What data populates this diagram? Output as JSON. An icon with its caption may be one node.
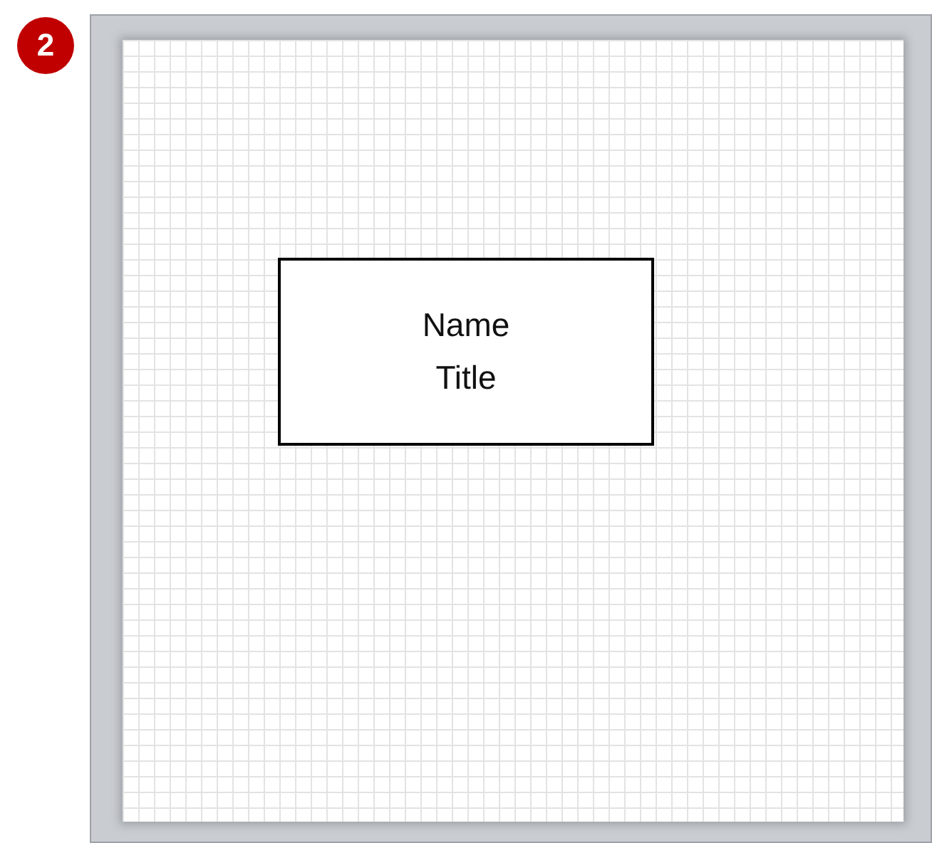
{
  "diagram": {
    "nodes": [
      {
        "text": [
          "Name",
          "Title"
        ]
      }
    ],
    "labels": [
      "2"
    ]
  }
}
